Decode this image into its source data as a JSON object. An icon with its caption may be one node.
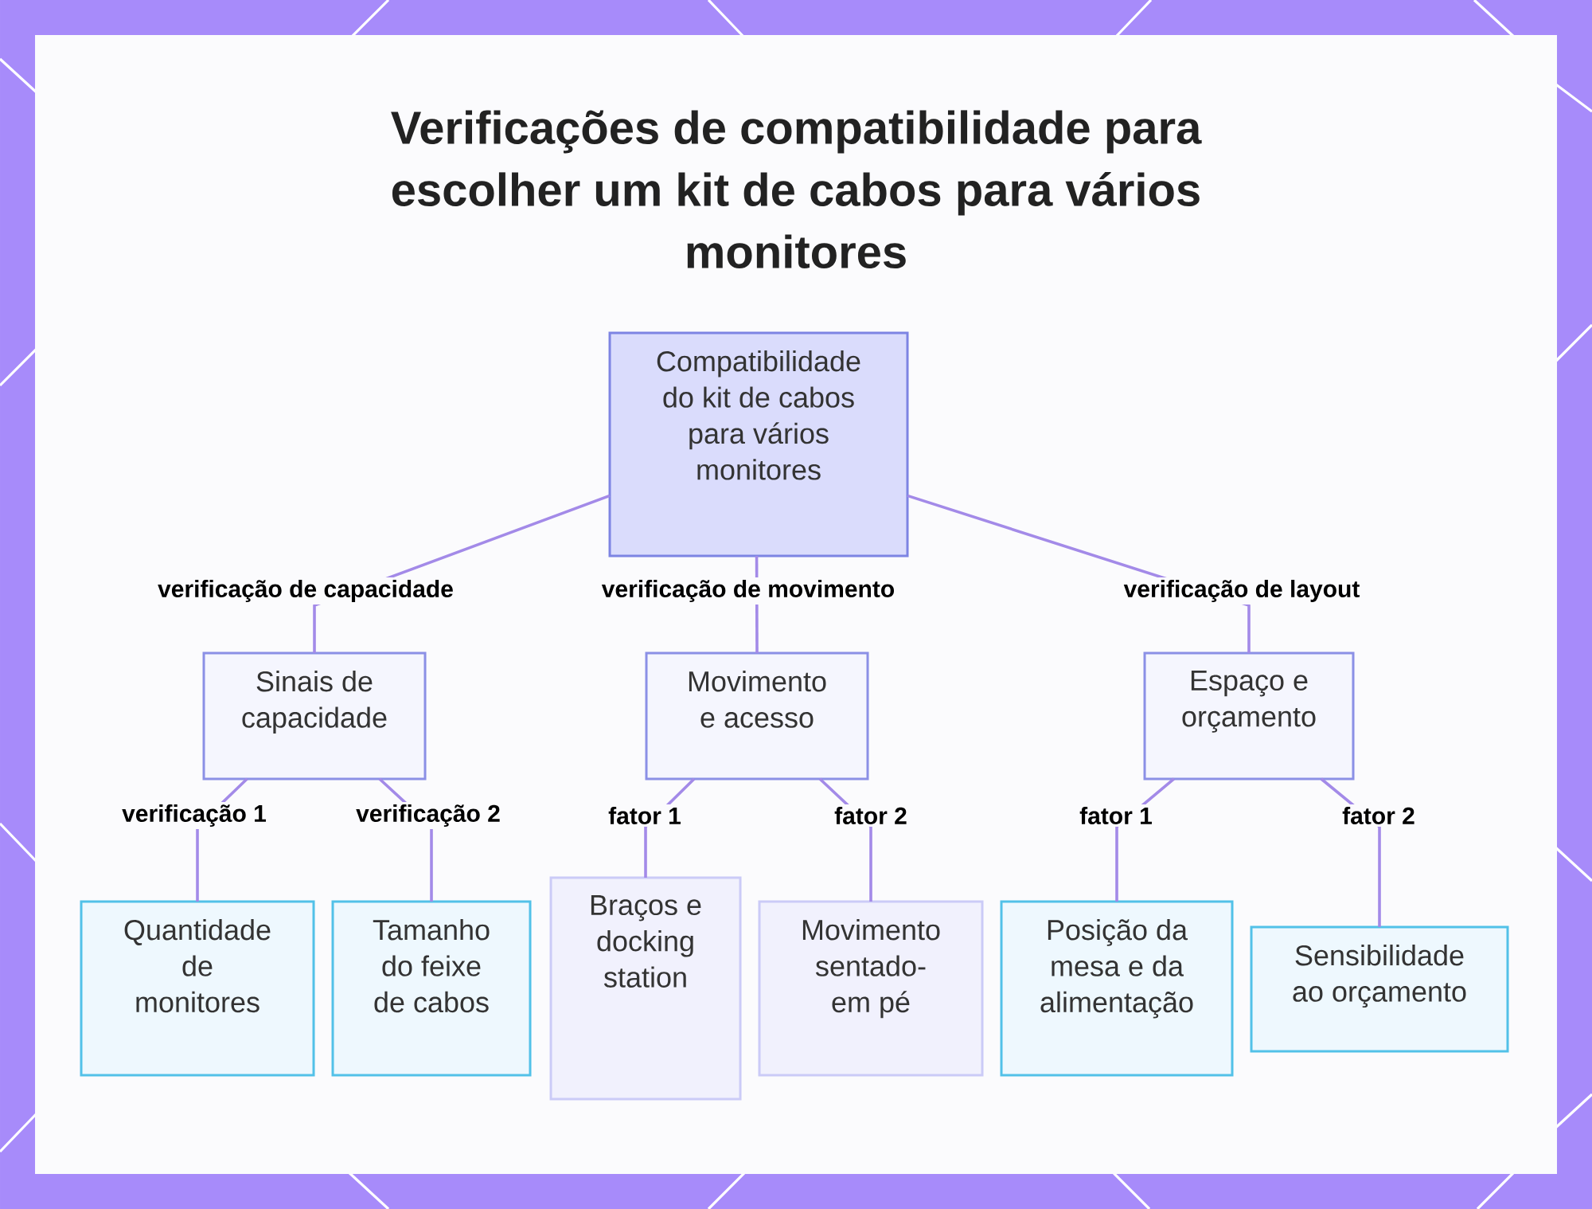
{
  "diagram": {
    "title": "Verificações de compatibilidade para escolher um kit de cabos para vários monitores",
    "nodes": [
      {
        "text": [
          "Compatibilidade do kit de cabos para vários monitores"
        ]
      },
      {
        "text": [
          "Sinais de capacidade"
        ]
      },
      {
        "text": [
          "Movimento e acesso"
        ]
      },
      {
        "text": [
          "Espaço e orçamento"
        ]
      },
      {
        "text": [
          "Quantidade de monitores"
        ]
      },
      {
        "text": [
          "Tamanho do feixe de cabos"
        ]
      },
      {
        "text": [
          "Braços e docking station"
        ]
      },
      {
        "text": [
          "Movimento sentado-em pé"
        ]
      },
      {
        "text": [
          "Posição da mesa e da alimentação"
        ]
      },
      {
        "text": [
          "Sensibilidade ao orçamento"
        ]
      }
    ],
    "edges": [
      {
        "from": 0,
        "to": 1,
        "arrow": "none",
        "label": "verificação de capacidade"
      },
      {
        "from": 0,
        "to": 2,
        "arrow": "none",
        "label": "verificação de movimento"
      },
      {
        "from": 0,
        "to": 3,
        "arrow": "none",
        "label": "verificação de layout"
      },
      {
        "from": 1,
        "to": 4,
        "arrow": "none",
        "label": "verificação 1"
      },
      {
        "from": 1,
        "to": 5,
        "arrow": "none",
        "label": "verificação 2"
      },
      {
        "from": 2,
        "to": 6,
        "arrow": "none",
        "label": "fator 1"
      },
      {
        "from": 2,
        "to": 7,
        "arrow": "none",
        "label": "fator 2"
      },
      {
        "from": 3,
        "to": 8,
        "arrow": "none",
        "label": "fator 1"
      },
      {
        "from": 3,
        "to": 9,
        "arrow": "none",
        "label": "fator 2"
      }
    ]
  }
}
